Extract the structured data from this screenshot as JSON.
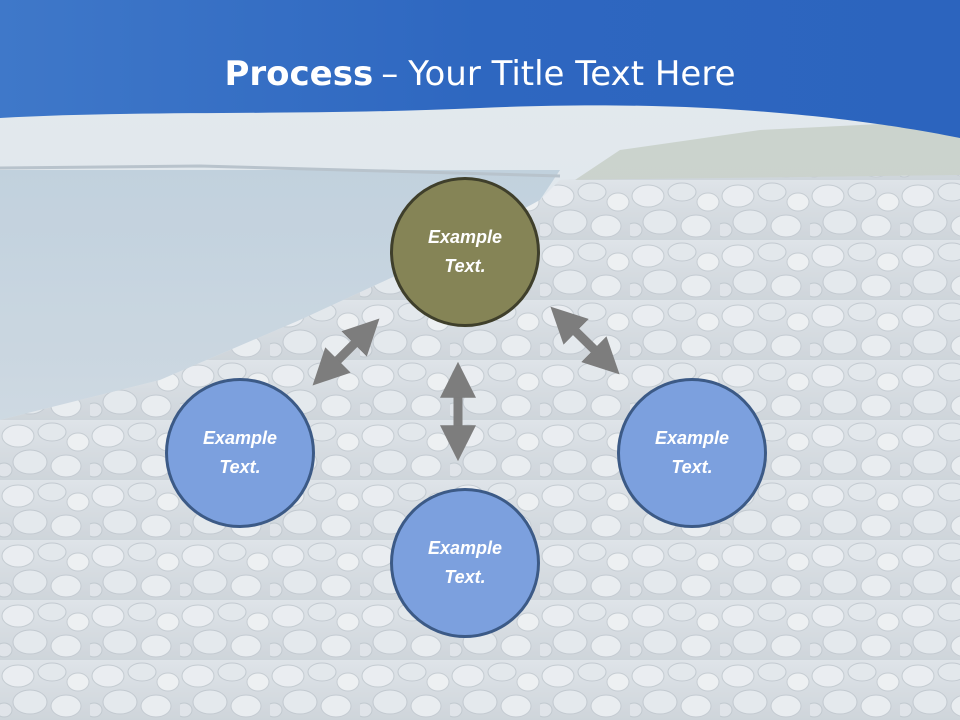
{
  "slide": {
    "title_bold": "Process",
    "title_sep": "–",
    "title_rest": "Your Title Text Here",
    "colors": {
      "header_blue": "#2f67c2",
      "olive_node": "#858456",
      "blue_node": "#7ca0de",
      "arrow_gray": "#7d7d7d"
    },
    "background": "pebble-beach-photo"
  },
  "nodes": [
    {
      "id": "top",
      "text": "Example Text."
    },
    {
      "id": "left",
      "text": "Example Text."
    },
    {
      "id": "bottom",
      "text": "Example Text."
    },
    {
      "id": "right",
      "text": "Example Text."
    }
  ]
}
